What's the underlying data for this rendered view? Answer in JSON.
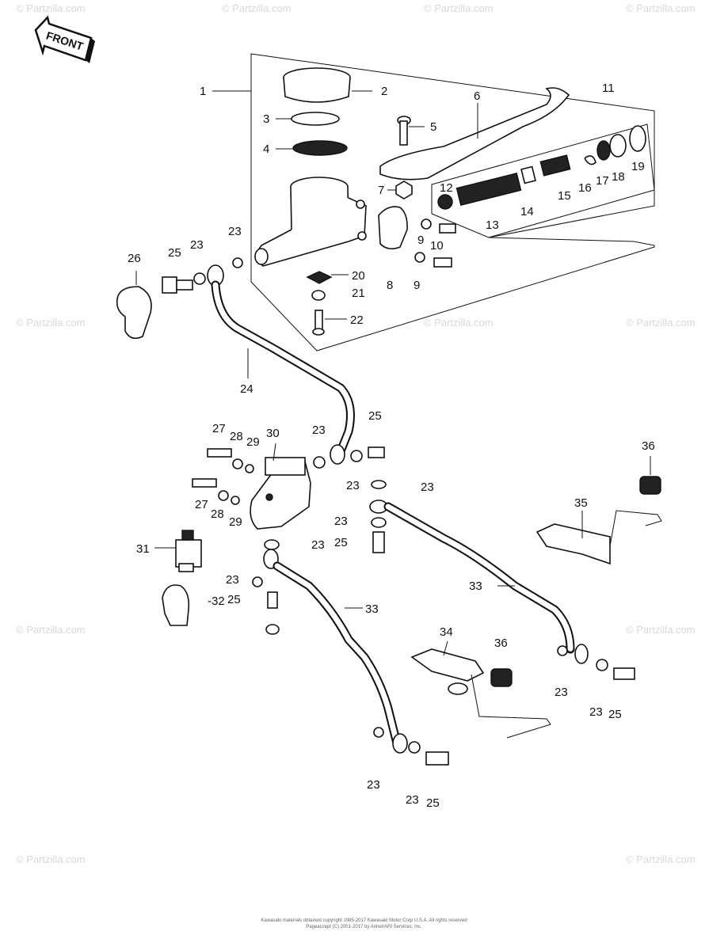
{
  "front_label": "FRONT",
  "watermark": "© Partzilla.com",
  "callouts": {
    "c1": "1",
    "c2": "2",
    "c3": "3",
    "c4": "4",
    "c5": "5",
    "c6": "6",
    "c7": "7",
    "c8": "8",
    "c9a": "9",
    "c9b": "9",
    "c10": "10",
    "c11": "11",
    "c12": "12",
    "c13": "13",
    "c14": "14",
    "c15": "15",
    "c16": "16",
    "c17": "17",
    "c18": "18",
    "c19": "19",
    "c20": "20",
    "c21": "21",
    "c22": "22",
    "c23a": "23",
    "c23b": "23",
    "c23c": "23",
    "c23d": "23",
    "c23e": "23",
    "c23f": "23",
    "c23g": "23",
    "c23h": "23",
    "c23i": "23",
    "c23j": "23",
    "c23k": "23",
    "c23l": "23",
    "c24": "24",
    "c25a": "25",
    "c25b": "25",
    "c25c": "25",
    "c25d": "25",
    "c25e": "25",
    "c25f": "25",
    "c26": "26",
    "c27a": "27",
    "c27b": "27",
    "c28a": "28",
    "c28b": "28",
    "c29a": "29",
    "c29b": "29",
    "c30": "30",
    "c31": "31",
    "c32": "-32",
    "c33a": "33",
    "c33b": "33",
    "c34": "34",
    "c35": "35",
    "c36a": "36",
    "c36b": "36"
  },
  "footer": {
    "line1": "Kawasaki materials obtained copyright 1985-2017 Kawasaki Motor Corp U.S.A. All rights reserved",
    "line2": "Pageaccept (C) 2001-2017 by Arinet/ARI Services, Inc."
  }
}
